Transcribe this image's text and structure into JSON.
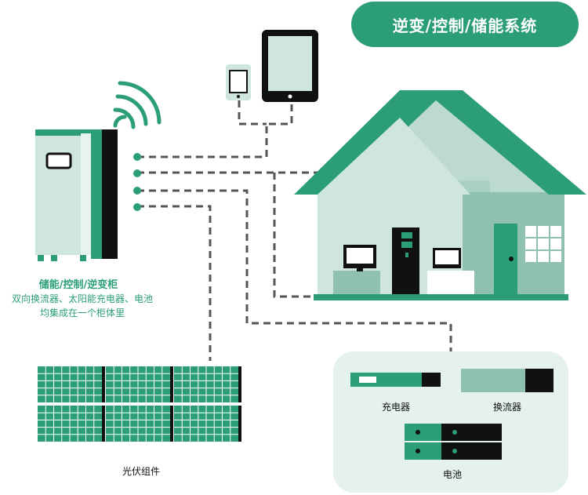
{
  "title": "逆变/控制/储能系统",
  "cabinet": {
    "title": "储能/控制/逆变柜",
    "desc_line1": "双向换流器、太阳能充电器、电池",
    "desc_line2": "均集成在一个柜体里"
  },
  "labels": {
    "solar": "光伏组件",
    "charger": "充电器",
    "converter": "换流器",
    "battery": "电池"
  },
  "colors": {
    "green": "#2b9e79",
    "light_green": "#cfe6de",
    "mid_green": "#8fc1ae",
    "dark": "#111111"
  }
}
